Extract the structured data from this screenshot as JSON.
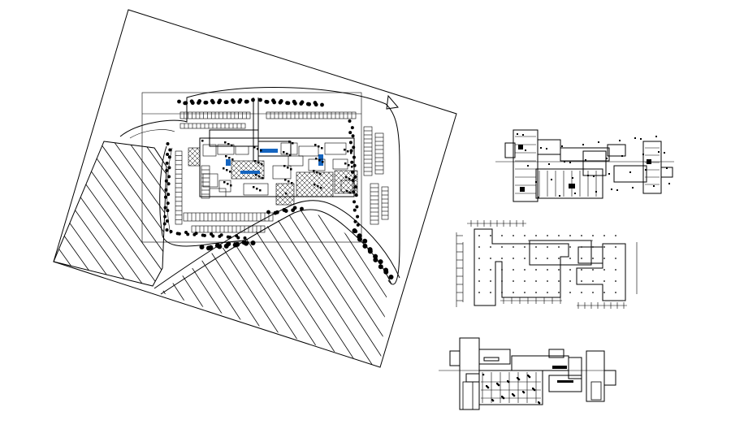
{
  "drawing": {
    "background": "#ffffff",
    "line_color": "#000000",
    "highlight_color": "#1565c0",
    "views": [
      "site-plan",
      "floor-plan-upper",
      "column-grid-plan",
      "floor-plan-lower"
    ]
  }
}
